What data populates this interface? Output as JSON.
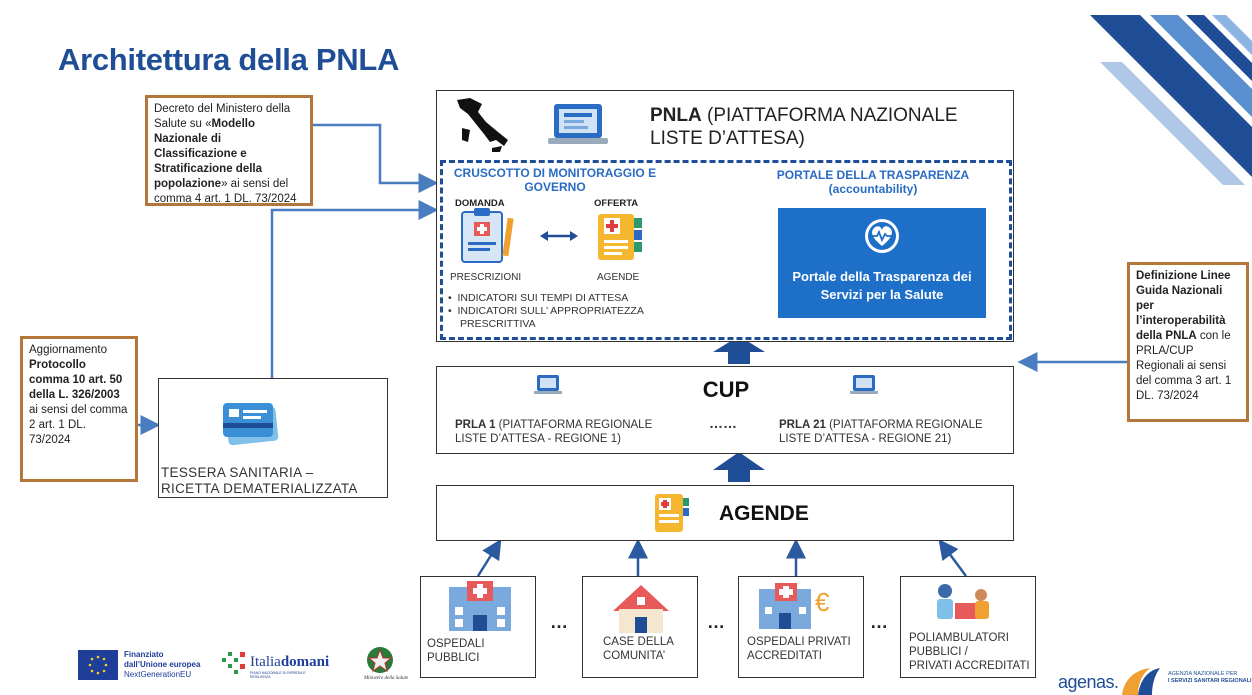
{
  "title": "Architettura della PNLA",
  "notes": {
    "decreto": {
      "p1": "Decreto del Ministero della Salute su «",
      "b1": "Modello Nazionale di Classificazione e Stratificazione della popolazione",
      "p2": "» ai sensi del comma 4 art. 1 DL. 73/2024"
    },
    "aggiornamento": {
      "p1": "Aggiornamento ",
      "b1": "Protocollo comma 10 art. 50 della L. 326/2003",
      "p2": " ai sensi del comma 2 art. 1 DL. 73/2024"
    },
    "definizione": {
      "b1": "Definizione Linee Guida Nazionali per l’interoperabilità della PNLA",
      "p2": " con le PRLA/CUP Regionali ai sensi del comma 3 art. 1 DL. 73/2024"
    }
  },
  "pnla": {
    "bold": "PNLA",
    "rest_line1": " (PIATTAFORMA NAZIONALE",
    "line2": "LISTE D’ATTESA)"
  },
  "cruscotto": {
    "title": "CRUSCOTTO DI MONITORAGGIO E GOVERNO",
    "domanda": "DOMANDA",
    "offerta": "OFFERTA",
    "prescrizioni": "PRESCRIZIONI",
    "agende": "AGENDE",
    "bullet1": "INDICATORI SUI TEMPI DI ATTESA",
    "bullet2": "INDICATORI SULL’ APPROPRIATEZZA PRESCRITTIVA"
  },
  "portale": {
    "title": "PORTALE DELLA TRASPARENZA",
    "subtitle": "(accountability)",
    "box_text": "Portale della Trasparenza dei Servizi per la Salute"
  },
  "tessera": {
    "line1": "TESSERA SANITARIA –",
    "line2": "RICETTA DEMATERIALIZZATA"
  },
  "cup": {
    "title": "CUP",
    "prla1_bold": "PRLA 1",
    "prla1_rest": " (PIATTAFORMA REGIONALE",
    "prla1_line2": "LISTE D’ATTESA - REGIONE 1)",
    "dots": "……",
    "prla21_bold": "PRLA 21",
    "prla21_rest": " (PIATTAFORMA REGIONALE",
    "prla21_line2": "LISTE D’ATTESA - REGIONE 21)"
  },
  "agende_box": "AGENDE",
  "bottom": [
    {
      "line1": "OSPEDALI",
      "line2": "PUBBLICI",
      "line3": ""
    },
    {
      "line1": "CASE DELLA",
      "line2": "COMUNITA’",
      "line3": ""
    },
    {
      "line1": "OSPEDALI PRIVATI",
      "line2": "ACCREDITATI",
      "line3": ""
    },
    {
      "line1": "POLIAMBULATORI",
      "line2": "PUBBLICI /",
      "line3": "PRIVATI ACCREDITATI"
    }
  ],
  "ellipsis": "…",
  "logos": {
    "eu_line1": "Finanziato",
    "eu_line2": "dall’Unione europea",
    "eu_line3": "NextGenerationEU",
    "italia_a": "Italia",
    "italia_b": "domani",
    "italia_sub": "PIANO NAZIONALE DI RIPRESA E RESILIENZA",
    "ministero": "Ministero della Salute",
    "agenas": "agenas.",
    "agenas_sub1": "AGENZIA NAZIONALE PER",
    "agenas_sub2": "I SERVIZI SANITARI REGIONALI"
  },
  "colors": {
    "accent_blue": "#1f4e96",
    "light_blue": "#2a6cc4",
    "note_border": "#b5763a",
    "arrow": "#4a7cc0"
  }
}
